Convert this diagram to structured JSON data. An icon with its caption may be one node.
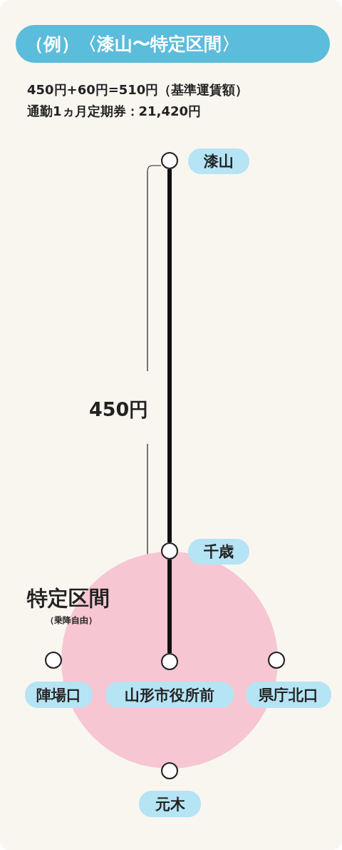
{
  "diagram": {
    "title": "（例）〈漆山〜特定区間〉",
    "nodes": [
      {
        "text": [
          "特定区間",
          "（乗降自由）"
        ]
      },
      {
        "text": [],
        "shape": "circle"
      },
      {
        "text": [
          "漆山"
        ]
      },
      {
        "text": [],
        "shape": "circle"
      },
      {
        "text": [
          "千歳"
        ]
      },
      {
        "text": [],
        "shape": "circle"
      },
      {
        "text": [],
        "shape": "circle",
        "in": 0
      },
      {
        "text": [],
        "shape": "circle"
      },
      {
        "text": [
          "陣場口"
        ]
      },
      {
        "text": [
          "山形市役所前"
        ],
        "in": 0
      },
      {
        "text": [
          "県庁北口"
        ]
      },
      {
        "text": [],
        "shape": "circle"
      },
      {
        "text": [
          "元木"
        ]
      }
    ],
    "edges": [
      {
        "from": 1,
        "to": 3,
        "arrow": "none"
      },
      {
        "from": 3,
        "to": 6,
        "arrow": "none"
      }
    ],
    "labels": [
      "450円+60円=510円（基準運賃額）",
      "通勤1ヵ月定期券：21,420円",
      "450円"
    ]
  }
}
